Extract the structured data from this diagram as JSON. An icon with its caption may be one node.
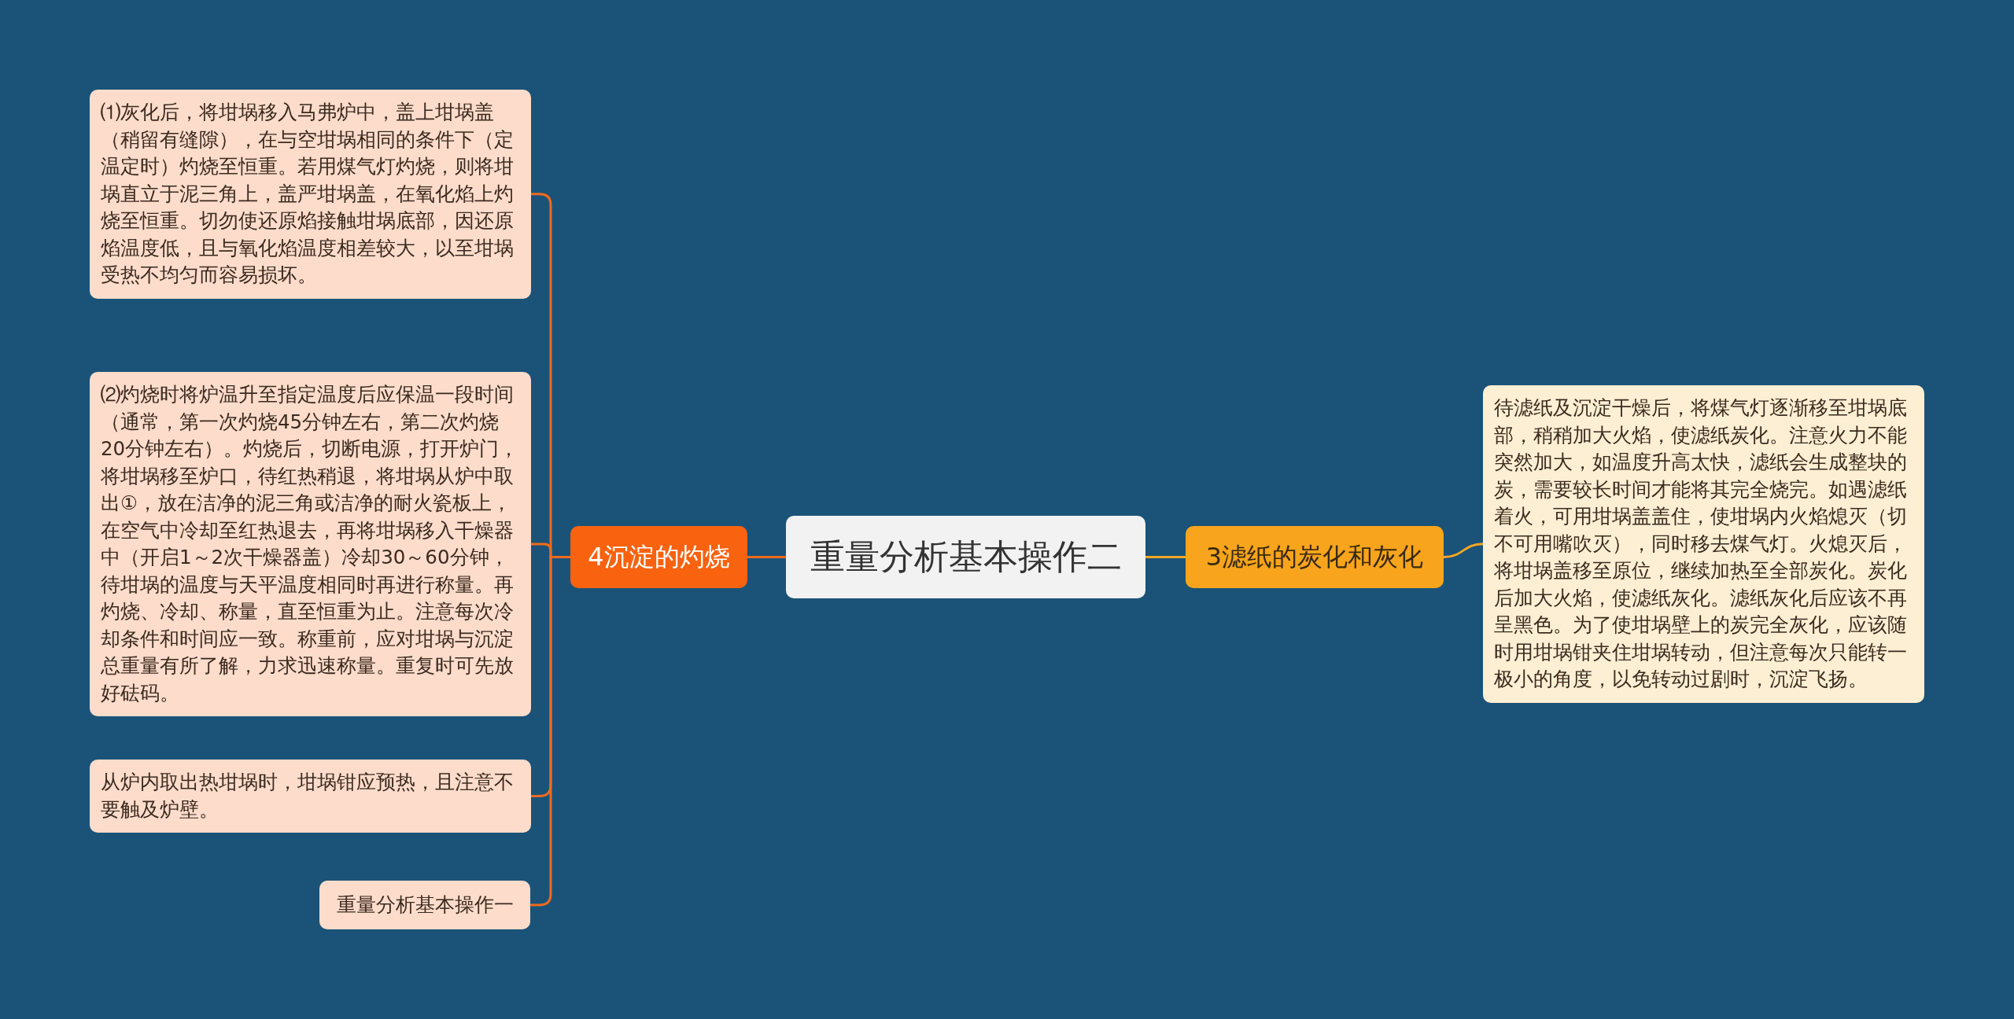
{
  "diagram": {
    "nodes": [
      {
        "text": [
          "重量分析基本操作二"
        ]
      },
      {
        "text": [
          "4沉淀的灼烧"
        ]
      },
      {
        "text": [
          "⑴灰化后，将坩埚移入马弗炉中，盖上坩埚盖（稍留有缝隙），在与空坩埚相同的条件下（定温定时）灼烧至恒重。若用煤气灯灼烧，则将坩埚直立于泥三角上，盖严坩埚盖，在氧化焰上灼烧至恒重。切勿使还原焰接触坩埚底部，因还原焰温度低，且与氧化焰温度相差较大，以至坩埚受热不均匀而容易损坏。"
        ]
      },
      {
        "text": [
          "⑵灼烧时将炉温升至指定温度后应保温一段时间（通常，第一次灼烧45分钟左右，第二次灼烧20分钟左右）。灼烧后，切断电源，打开炉门，将坩埚移至炉口，待红热稍退，将坩埚从炉中取出①，放在洁净的泥三角或洁净的耐火瓷板上，在空气中冷却至红热退去，再将坩埚移入干燥器中（开启1～2次干燥器盖）冷却30～60分钟，待坩埚的温度与天平温度相同时再进行称量。再灼烧、冷却、称量，直至恒重为止。注意每次冷却条件和时间应一致。称重前，应对坩埚与沉淀总重量有所了解，力求迅速称量。重复时可先放好砝码。"
        ]
      },
      {
        "text": [
          "从炉内取出热坩埚时，坩埚钳应预热，且注意不要触及炉壁。"
        ]
      },
      {
        "text": [
          "重量分析基本操作一"
        ]
      },
      {
        "text": [
          "3滤纸的炭化和灰化"
        ]
      },
      {
        "text": [
          "待滤纸及沉淀干燥后，将煤气灯逐渐移至坩埚底部，稍稍加大火焰，使滤纸炭化。注意火力不能突然加大，如温度升高太快，滤纸会生成整块的炭，需要较长时间才能将其完全烧完。如遇滤纸着火，可用坩埚盖盖住，使坩埚内火焰熄灭（切不可用嘴吹灭），同时移去煤气灯。火熄灭后，将坩埚盖移至原位，继续加热至全部炭化。炭化后加大火焰，使滤纸灰化。滤纸灰化后应该不再呈黑色。为了使坩埚壁上的炭完全灰化，应该随时用坩埚钳夹住坩埚转动，但注意每次只能转一极小的角度，以免转动过剧时，沉淀飞扬。"
        ]
      }
    ],
    "edges": [
      {
        "from": 0,
        "to": 1,
        "arrow": "none"
      },
      {
        "from": 1,
        "to": 2,
        "arrow": "none"
      },
      {
        "from": 1,
        "to": 3,
        "arrow": "none"
      },
      {
        "from": 1,
        "to": 4,
        "arrow": "none"
      },
      {
        "from": 1,
        "to": 5,
        "arrow": "none"
      },
      {
        "from": 0,
        "to": 6,
        "arrow": "none",
        "color": "#f5a623"
      },
      {
        "from": 6,
        "to": 7,
        "arrow": "none",
        "color": "#f5a623"
      }
    ]
  }
}
